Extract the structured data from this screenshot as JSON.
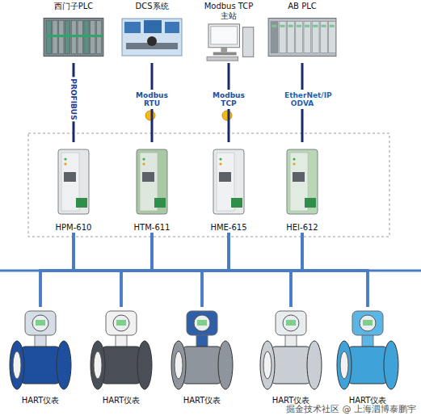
{
  "diagram": {
    "nodes": [
      {
        "text": [
          "西门子PLC"
        ]
      },
      {
        "text": [
          "DCS系统"
        ]
      },
      {
        "text": [
          "Modbus TCP 主站"
        ]
      },
      {
        "text": [
          "AB PLC"
        ]
      },
      {
        "text": [
          "HPM-610"
        ]
      },
      {
        "text": [
          "HTM-611"
        ]
      },
      {
        "text": [
          "HME-615"
        ]
      },
      {
        "text": [
          "HEI-612"
        ]
      },
      {
        "text": [
          "HART仪表"
        ]
      },
      {
        "text": [
          "HART仪表"
        ]
      },
      {
        "text": [
          "HART仪表"
        ]
      },
      {
        "text": [
          "HART仪表"
        ]
      },
      {
        "text": [
          "HART仪表"
        ]
      }
    ],
    "edges": [
      {
        "from": 0,
        "to": 4,
        "arrow": "none",
        "label": "PROFIBUS"
      },
      {
        "from": 1,
        "to": 5,
        "arrow": "none",
        "label": "Modbus RTU"
      },
      {
        "from": 2,
        "to": 6,
        "arrow": "none",
        "label": "Modbus TCP"
      },
      {
        "from": 3,
        "to": 7,
        "arrow": "none",
        "label": "EtherNet/IP ODVA"
      },
      {
        "from": 4,
        "to": 8,
        "arrow": "none"
      },
      {
        "from": 4,
        "to": 9,
        "arrow": "none"
      },
      {
        "from": 4,
        "to": 10,
        "arrow": "none"
      },
      {
        "from": 4,
        "to": 11,
        "arrow": "none"
      },
      {
        "from": 4,
        "to": 12,
        "arrow": "none"
      },
      {
        "from": 5,
        "to": 8,
        "arrow": "none"
      },
      {
        "from": 5,
        "to": 9,
        "arrow": "none"
      },
      {
        "from": 5,
        "to": 10,
        "arrow": "none"
      },
      {
        "from": 5,
        "to": 11,
        "arrow": "none"
      },
      {
        "from": 5,
        "to": 12,
        "arrow": "none"
      },
      {
        "from": 6,
        "to": 8,
        "arrow": "none"
      },
      {
        "from": 6,
        "to": 9,
        "arrow": "none"
      },
      {
        "from": 6,
        "to": 10,
        "arrow": "none"
      },
      {
        "from": 6,
        "to": 11,
        "arrow": "none"
      },
      {
        "from": 6,
        "to": 12,
        "arrow": "none"
      },
      {
        "from": 7,
        "to": 8,
        "arrow": "none"
      },
      {
        "from": 7,
        "to": 9,
        "arrow": "none"
      },
      {
        "from": 7,
        "to": 10,
        "arrow": "none"
      },
      {
        "from": 7,
        "to": 11,
        "arrow": "none"
      },
      {
        "from": 7,
        "to": 12,
        "arrow": "none"
      }
    ],
    "labels": [
      "掘金技术社区 @ 上海泗博泰鹏宇"
    ]
  }
}
